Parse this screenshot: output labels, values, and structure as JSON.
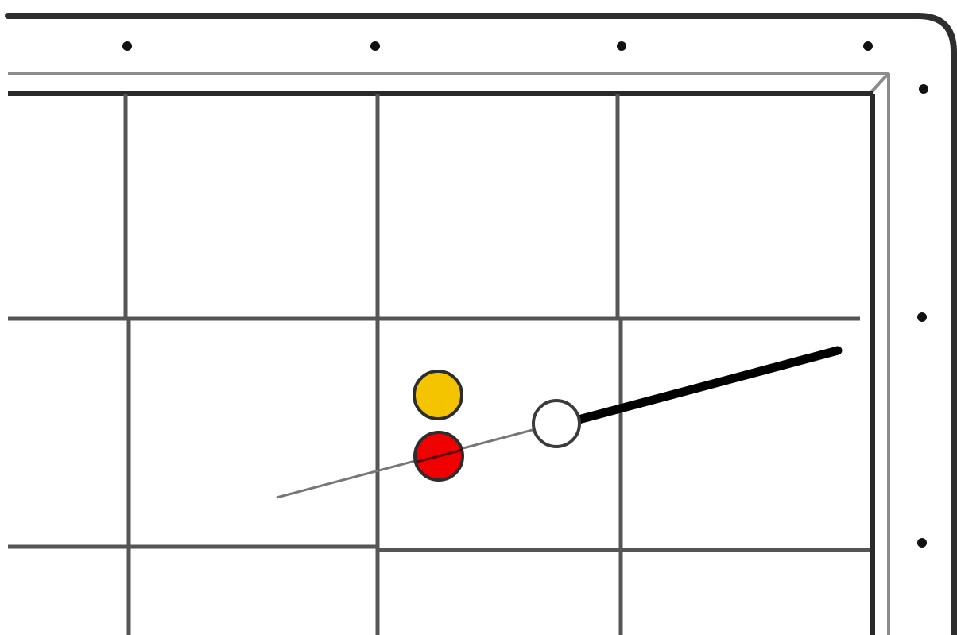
{
  "table": {
    "felt_color": "#ffffff",
    "rail_color": "#2e2e2e",
    "grid_color": "#555555",
    "diamond_color": "#111111",
    "diamond_icon": "diamond-marker"
  },
  "balls": [
    {
      "name": "yellow-ball",
      "color": "#f5c400"
    },
    {
      "name": "red-ball",
      "color": "#f00000"
    }
  ],
  "ghost_ball": {
    "name": "ghost-ball",
    "color": "#ffffff"
  },
  "cue": {
    "name": "cue-stick",
    "color": "#000000"
  },
  "aim_line": {
    "name": "aim-line",
    "color": "#777777"
  }
}
